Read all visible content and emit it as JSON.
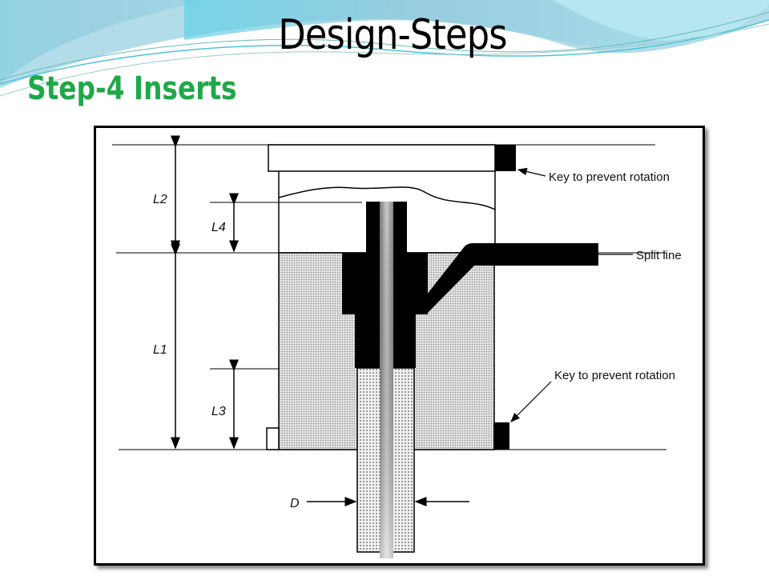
{
  "slide": {
    "title": "Design-Steps",
    "subtitle": "Step-4 Inserts"
  },
  "diagram": {
    "dimensions": {
      "l1": "L1",
      "l2": "L2",
      "l3": "L3",
      "l4": "L4",
      "d": "D"
    },
    "callouts": {
      "top_key": "Key to prevent rotation",
      "split_line": "Split line",
      "bottom_key": "Key to prevent rotation"
    }
  },
  "colors": {
    "subtitle": "#1fa84a",
    "wave": "#5cc6dc"
  }
}
